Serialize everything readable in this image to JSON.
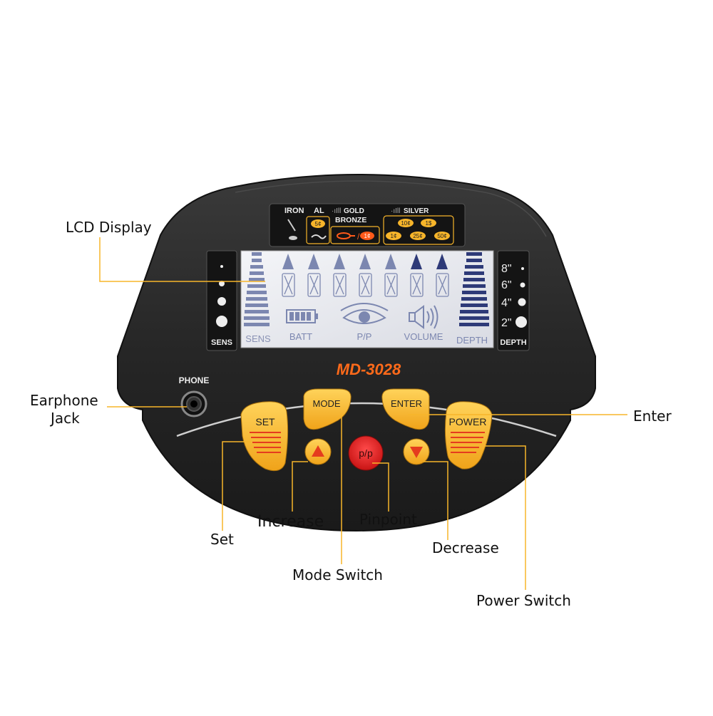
{
  "device": {
    "model": "MD-3028",
    "phone_label": "PHONE",
    "sens_label": "SENS",
    "depth_label": "DEPTH",
    "depth_marks": [
      "8\"",
      "6\"",
      "4\"",
      "2\""
    ],
    "metal_scale": {
      "iron": "IRON",
      "al": "AL",
      "gold": "GOLD",
      "bronze": "BRONZE",
      "silver": "SILVER",
      "coins": [
        "5¢",
        "1¢",
        "10¢",
        "1$",
        "1¢",
        "25¢",
        "50¢"
      ]
    },
    "lcd": {
      "sens": "SENS",
      "batt": "BATT",
      "pp": "P/P",
      "volume": "VOLUME",
      "depth": "DEPTH"
    },
    "buttons": {
      "set": "SET",
      "mode": "MODE",
      "enter": "ENTER",
      "power": "POWER",
      "pinpoint": "p/p"
    }
  },
  "callouts": {
    "lcd_display": "LCD Display",
    "earphone_jack_1": "Earphone",
    "earphone_jack_2": "Jack",
    "enter": "Enter",
    "increase": "Increase",
    "pinpoint": "Pinpoint",
    "set": "Set",
    "decrease": "Decrease",
    "mode_switch": "Mode Switch",
    "power_switch": "Power Switch"
  },
  "colors": {
    "housing": "#2b2b2b",
    "button_yellow": "#f7b52a",
    "button_red": "#e52d2d",
    "model_orange": "#ff6a1a",
    "lcd_bg": "#e8e9ee",
    "lcd_segment": "#7c87b0",
    "lcd_segment_dark": "#2e3a78"
  }
}
